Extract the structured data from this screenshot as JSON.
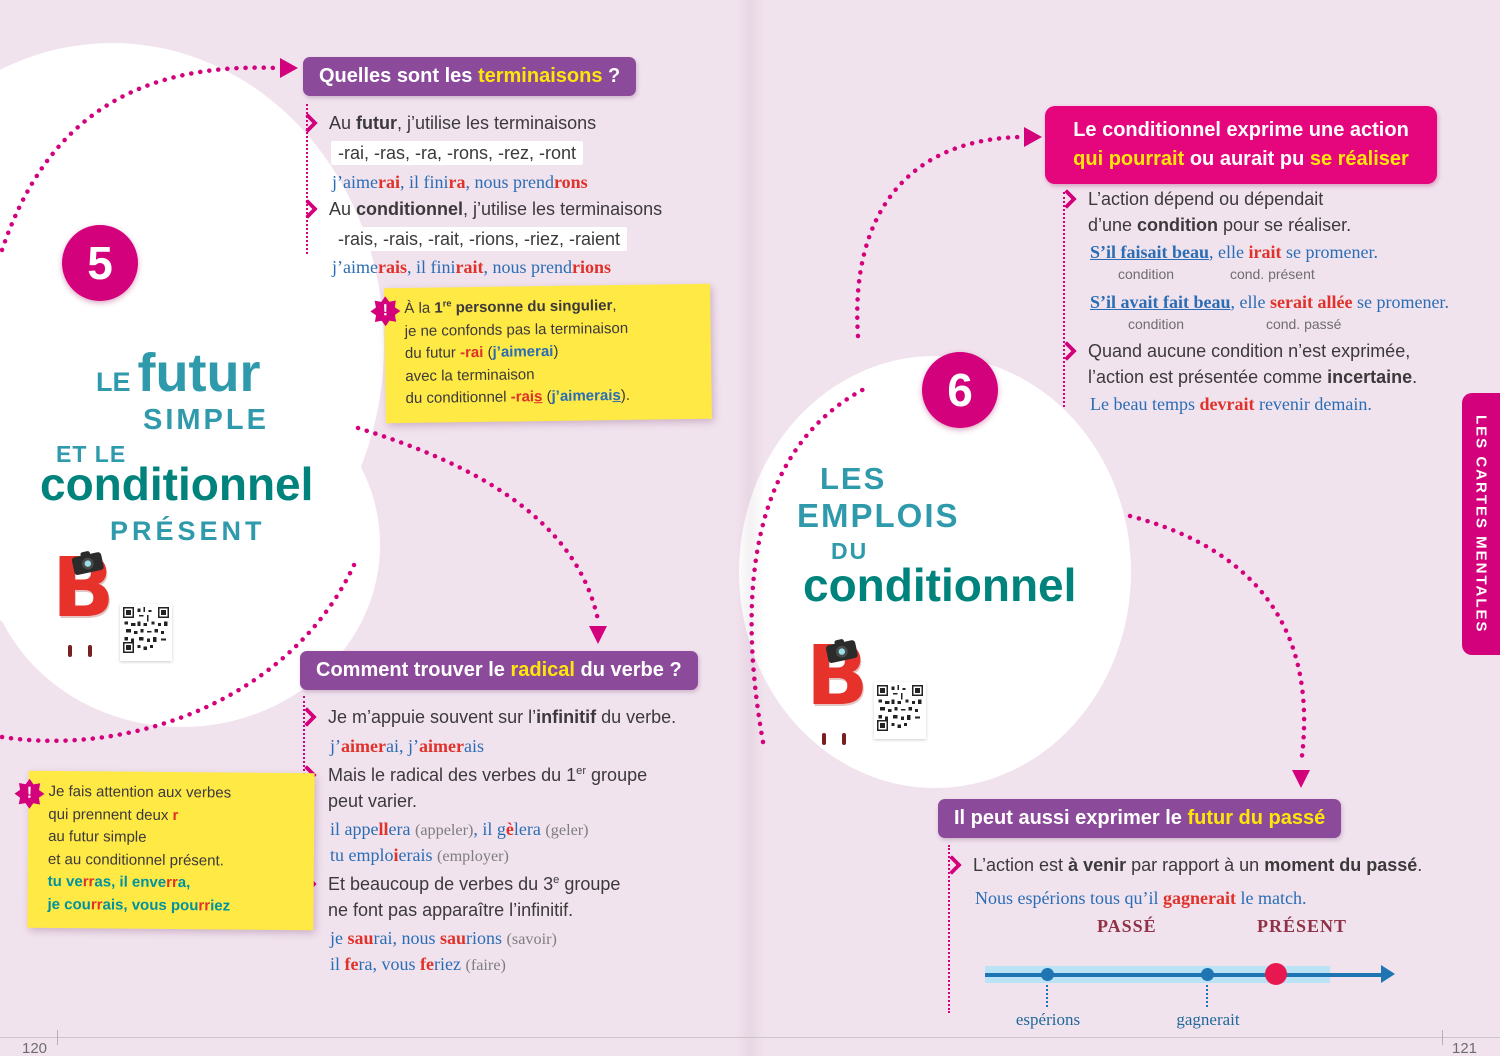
{
  "colors": {
    "magenta": "#d4017c",
    "purple_box": "#8c4a9b",
    "pink_box": "#e5067e",
    "yellow_note": "#ffe945",
    "highlight_yellow": "#ffe60a",
    "teal_title": "#2f9aab",
    "dark_teal_title": "#00837c",
    "example_blue": "#2a6db5",
    "example_red": "#e0312a",
    "timeline_blue": "#1f74b4",
    "timeline_bar": "#bae3f5",
    "timeline_red_dot": "#e8174f",
    "era_maroon": "#8e3247",
    "background": "#f1e3ee"
  },
  "note_icon": "!",
  "mascot_letter": "B",
  "left_page": {
    "badge": "5",
    "page_number": "120",
    "title": {
      "le": "LE",
      "futur": "futur",
      "simple": "SIMPLE",
      "et_le": "ET LE",
      "conditionnel": "conditionnel",
      "present": "PRÉSENT"
    },
    "heading1": [
      {
        "t": "Quelles sont les "
      },
      {
        "t": "terminaisons",
        "s": "yellow"
      },
      {
        "t": " ?"
      }
    ],
    "block1": {
      "l1": [
        {
          "t": "Au "
        },
        {
          "t": "futur",
          "s": "b"
        },
        {
          "t": ", j’utilise les terminaisons"
        }
      ],
      "l2": [
        {
          "t": "-rai, -ras, -ra, -rons, -rez, -ront",
          "s": "hl"
        }
      ],
      "l3": [
        {
          "t": "j’aime"
        },
        {
          "t": "rai",
          "s": "red"
        },
        {
          "t": ", il fini"
        },
        {
          "t": "ra",
          "s": "red"
        },
        {
          "t": ", nous prend"
        },
        {
          "t": "rons",
          "s": "red"
        }
      ],
      "l4": [
        {
          "t": "Au "
        },
        {
          "t": "conditionnel",
          "s": "b"
        },
        {
          "t": ", j’utilise les terminaisons"
        }
      ],
      "l5": [
        {
          "t": "-rais, -rais, -rait, -rions, -riez, -raient",
          "s": "hl"
        }
      ],
      "l6": [
        {
          "t": "j’aime"
        },
        {
          "t": "rais",
          "s": "red"
        },
        {
          "t": ", il fini"
        },
        {
          "t": "rait",
          "s": "red"
        },
        {
          "t": ", nous prend"
        },
        {
          "t": "rions",
          "s": "red"
        }
      ]
    },
    "note1": {
      "l1": [
        {
          "t": "À la "
        },
        {
          "t": "1",
          "s": "b"
        },
        {
          "t": "re",
          "s": "b sup"
        },
        {
          "t": " personne du singulier",
          "s": "b"
        },
        {
          "t": ","
        }
      ],
      "l2": [
        {
          "t": "je ne confonds pas la terminaison"
        }
      ],
      "l3": [
        {
          "t": "du futur "
        },
        {
          "t": "-rai",
          "s": "red"
        },
        {
          "t": " ("
        },
        {
          "t": "j’aimerai",
          "s": "blue"
        },
        {
          "t": ")"
        }
      ],
      "l4": [
        {
          "t": "avec la terminaison"
        }
      ],
      "l5": [
        {
          "t": "du conditionnel "
        },
        {
          "t": "-rai",
          "s": "red"
        },
        {
          "t": "s",
          "s": "red u"
        },
        {
          "t": " ("
        },
        {
          "t": "j’aimerai",
          "s": "blue"
        },
        {
          "t": "s",
          "s": "blue u"
        },
        {
          "t": ")."
        }
      ]
    },
    "heading2": [
      {
        "t": "Comment trouver le "
      },
      {
        "t": "radical",
        "s": "yellow"
      },
      {
        "t": " du verbe ?"
      }
    ],
    "block2": {
      "l1": [
        {
          "t": "Je m’appuie souvent sur l’"
        },
        {
          "t": "infinitif",
          "s": "b"
        },
        {
          "t": " du verbe."
        }
      ],
      "l2": [
        {
          "t": "j’"
        },
        {
          "t": "aimer",
          "s": "red"
        },
        {
          "t": "ai, j’"
        },
        {
          "t": "aimer",
          "s": "red"
        },
        {
          "t": "ais"
        }
      ],
      "l3": [
        {
          "t": "Mais le radical des verbes du 1"
        },
        {
          "t": "er",
          "s": "sup"
        },
        {
          "t": " groupe\npeut varier."
        }
      ],
      "l4": [
        {
          "t": "il appe"
        },
        {
          "t": "ll",
          "s": "red"
        },
        {
          "t": "era "
        },
        {
          "t": "(appeler)",
          "s": "gray"
        },
        {
          "t": ", il g"
        },
        {
          "t": "è",
          "s": "red"
        },
        {
          "t": "lera "
        },
        {
          "t": "(geler)",
          "s": "gray"
        }
      ],
      "l5": [
        {
          "t": "tu emplo"
        },
        {
          "t": "i",
          "s": "red"
        },
        {
          "t": "erais "
        },
        {
          "t": "(employer)",
          "s": "gray"
        }
      ],
      "l6": [
        {
          "t": "Et beaucoup de verbes du 3"
        },
        {
          "t": "e",
          "s": "sup"
        },
        {
          "t": " groupe\nne font pas apparaître l’infinitif."
        }
      ],
      "l7": [
        {
          "t": "je "
        },
        {
          "t": "sau",
          "s": "red"
        },
        {
          "t": "rai, nous "
        },
        {
          "t": "sau",
          "s": "red"
        },
        {
          "t": "rions "
        },
        {
          "t": "(savoir)",
          "s": "gray"
        }
      ],
      "l8": [
        {
          "t": "il "
        },
        {
          "t": "fe",
          "s": "red"
        },
        {
          "t": "ra, vous "
        },
        {
          "t": "fe",
          "s": "red"
        },
        {
          "t": "riez "
        },
        {
          "t": "(faire)",
          "s": "gray"
        }
      ]
    },
    "note2": {
      "l1": [
        {
          "t": "Je fais attention aux verbes"
        }
      ],
      "l2": [
        {
          "t": "qui prennent deux "
        },
        {
          "t": "r",
          "s": "red"
        }
      ],
      "l3": [
        {
          "t": "au futur simple"
        }
      ],
      "l4": [
        {
          "t": "et au conditionnel présent."
        }
      ],
      "l5": [
        {
          "t": "tu ve",
          "s": "teal"
        },
        {
          "t": "rr",
          "s": "red"
        },
        {
          "t": "as, il enve",
          "s": "teal"
        },
        {
          "t": "rr",
          "s": "red"
        },
        {
          "t": "a,",
          "s": "teal"
        }
      ],
      "l6": [
        {
          "t": "je cou",
          "s": "teal"
        },
        {
          "t": "rr",
          "s": "red"
        },
        {
          "t": "ais, vous pou",
          "s": "teal"
        },
        {
          "t": "rr",
          "s": "red"
        },
        {
          "t": "iez",
          "s": "teal"
        }
      ]
    }
  },
  "right_page": {
    "badge": "6",
    "page_number": "121",
    "side_tab": "LES CARTES MENTALES",
    "title": {
      "les": "LES",
      "emplois": "EMPLOIS",
      "du": "DU",
      "conditionnel": "conditionnel"
    },
    "box": {
      "l1": [
        {
          "t": "Le conditionnel exprime une action"
        }
      ],
      "l2": [
        {
          "t": "qui pourrait",
          "s": "yellow"
        },
        {
          "t": " ou aurait pu "
        },
        {
          "t": "se réaliser",
          "s": "yellow"
        }
      ]
    },
    "block1": {
      "l1": [
        {
          "t": "L’action dépend ou dépendait\nd’une "
        },
        {
          "t": "condition",
          "s": "b"
        },
        {
          "t": " pour se réaliser."
        }
      ],
      "l2": [
        {
          "t": "S’il faisait beau",
          "s": "bu"
        },
        {
          "t": ", elle "
        },
        {
          "t": "irait",
          "s": "red"
        },
        {
          "t": " se promener."
        }
      ],
      "lbl1a": "condition",
      "lbl1b": "cond. présent",
      "l3": [
        {
          "t": "S’il avait fait beau",
          "s": "bu"
        },
        {
          "t": ", elle "
        },
        {
          "t": "serait allée",
          "s": "red"
        },
        {
          "t": " se promener."
        }
      ],
      "lbl2a": "condition",
      "lbl2b": "cond. passé",
      "l4": [
        {
          "t": "Quand aucune condition n’est exprimée,\nl’action est présentée comme "
        },
        {
          "t": "incertaine",
          "s": "b"
        },
        {
          "t": "."
        }
      ],
      "l5": [
        {
          "t": "Le beau temps "
        },
        {
          "t": "devrait",
          "s": "red"
        },
        {
          "t": " revenir demain."
        }
      ]
    },
    "headingB": [
      {
        "t": "Il peut aussi exprimer le "
      },
      {
        "t": "futur du passé",
        "s": "yellow"
      }
    ],
    "blockB": {
      "l1": [
        {
          "t": "L’action est "
        },
        {
          "t": "à venir",
          "s": "b"
        },
        {
          "t": " par rapport à un "
        },
        {
          "t": "moment du passé",
          "s": "b"
        },
        {
          "t": "."
        }
      ],
      "l2": [
        {
          "t": "Nous espérions tous qu’il "
        },
        {
          "t": "gagnerait",
          "s": "red"
        },
        {
          "t": " le match."
        }
      ]
    },
    "timeline": {
      "passe": "PASSÉ",
      "present": "PRÉSENT",
      "label1": "espérions",
      "label2": "gagnerait"
    }
  }
}
